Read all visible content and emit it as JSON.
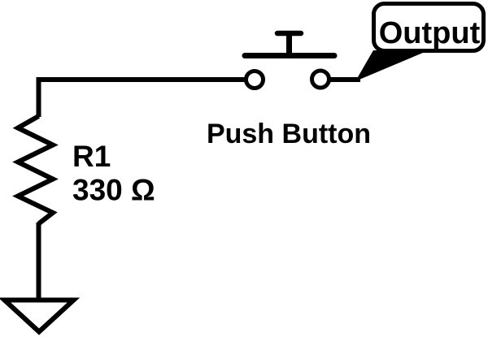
{
  "diagram": {
    "type": "circuit-schematic",
    "colors": {
      "line": "#000000",
      "background": "#ffffff",
      "callout_fill": "#ffffff"
    },
    "callout": {
      "label": "Output"
    },
    "push_button": {
      "label": "Push Button",
      "symbol": "normally-open-pushbutton-icon"
    },
    "resistor": {
      "designator": "R1",
      "value": "330 Ω",
      "symbol": "zigzag-resistor-icon"
    },
    "ground": {
      "symbol": "ground-triangle-icon"
    }
  }
}
